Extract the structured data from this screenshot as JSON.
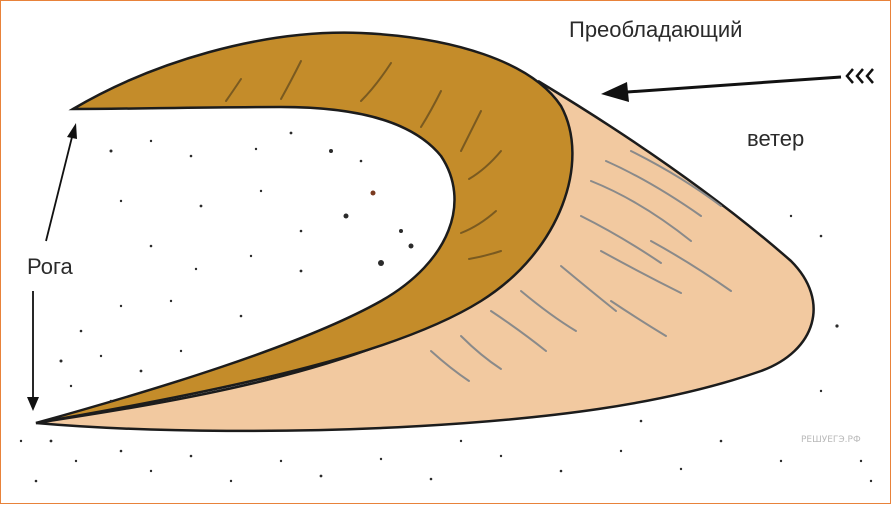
{
  "labels": {
    "prevailing": "Преобладающий",
    "wind": "ветер",
    "horns": "Рога",
    "watermark": "РЕШУЕГЭ.РФ"
  },
  "colors": {
    "border": "#e8823a",
    "windward_slope": "#f2c9a0",
    "slip_face": "#c48c2a",
    "outline": "#1c1c1c",
    "streaks": "#8a8a8a"
  }
}
